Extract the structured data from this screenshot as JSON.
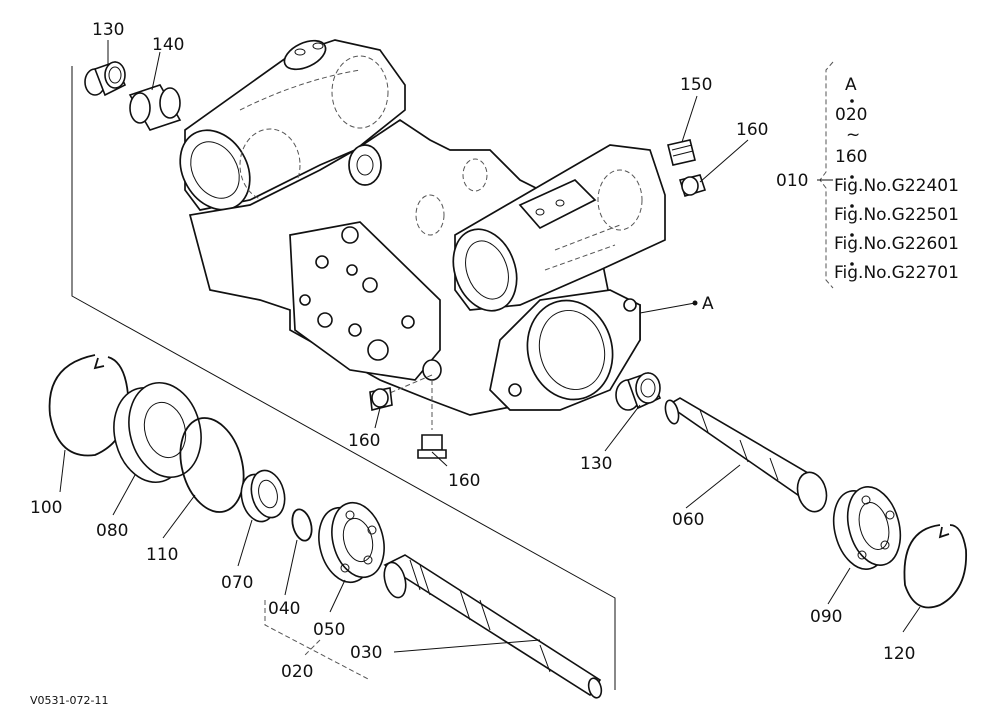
{
  "labels": {
    "p130a": "130",
    "p140": "140",
    "p150": "150",
    "p160a": "160",
    "p160b": "160",
    "p160c": "160",
    "p130b": "130",
    "p100": "100",
    "p080": "080",
    "p110": "110",
    "p070": "070",
    "p040": "040",
    "p050": "050",
    "p020": "020",
    "p030": "030",
    "p060": "060",
    "p090": "090",
    "p120": "120",
    "refA": "A"
  },
  "legend": {
    "top": "A",
    "from": "020",
    "tilde": "~",
    "to": "160",
    "parent": "010",
    "figs": [
      "Fig.No.G22401",
      "Fig.No.G22501",
      "Fig.No.G22601",
      "Fig.No.G22701"
    ]
  },
  "footer": {
    "code": "V0531-072-11"
  }
}
